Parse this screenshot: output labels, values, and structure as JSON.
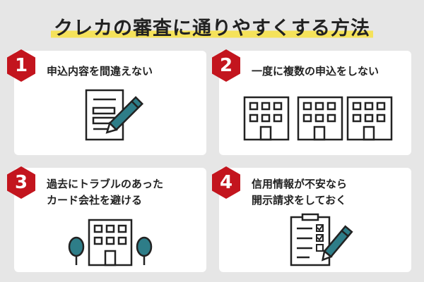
{
  "title": "クレカの審査に通りやすくする方法",
  "colors": {
    "accent_red": "#c3151e",
    "highlight_yellow": "#f5e25a",
    "teal": "#2e7d88",
    "background": "#e6e6e6"
  },
  "cards": [
    {
      "number": "1",
      "lines": [
        "申込内容を間違えない"
      ],
      "icon": "document-pen-icon"
    },
    {
      "number": "2",
      "lines": [
        "一度に複数の申込をしない"
      ],
      "icon": "multiple-buildings-icon"
    },
    {
      "number": "3",
      "lines": [
        "過去にトラブルのあった",
        "カード会社を避ける"
      ],
      "icon": "building-with-trees-icon"
    },
    {
      "number": "4",
      "lines": [
        "信用情報が不安なら",
        "開示請求をしておく"
      ],
      "icon": "checklist-pen-icon"
    }
  ]
}
